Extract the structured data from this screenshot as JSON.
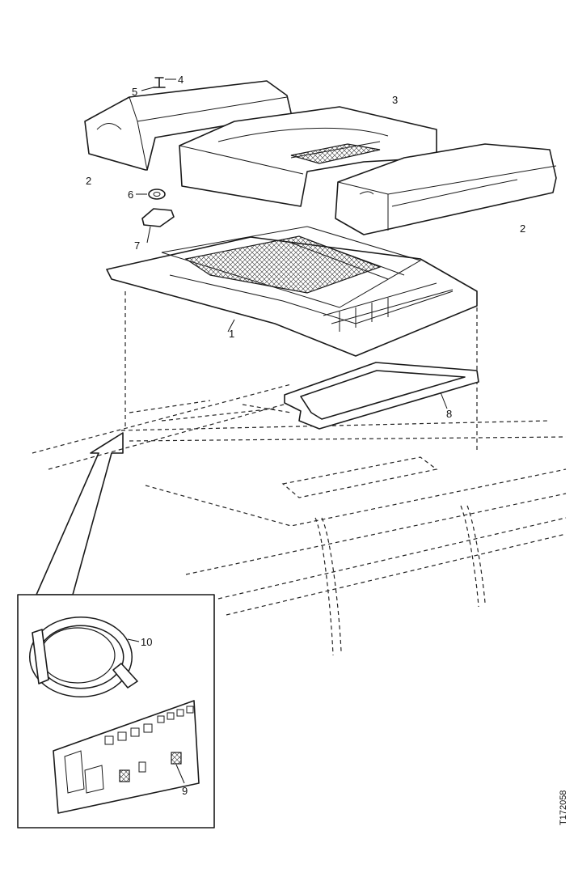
{
  "callouts": {
    "c1": "1",
    "c2a": "2",
    "c2b": "2",
    "c3": "3",
    "c4": "4",
    "c5": "5",
    "c6": "6",
    "c7": "7",
    "c8": "8",
    "c9": "9",
    "c10": "10"
  },
  "figure_code": "T172058"
}
